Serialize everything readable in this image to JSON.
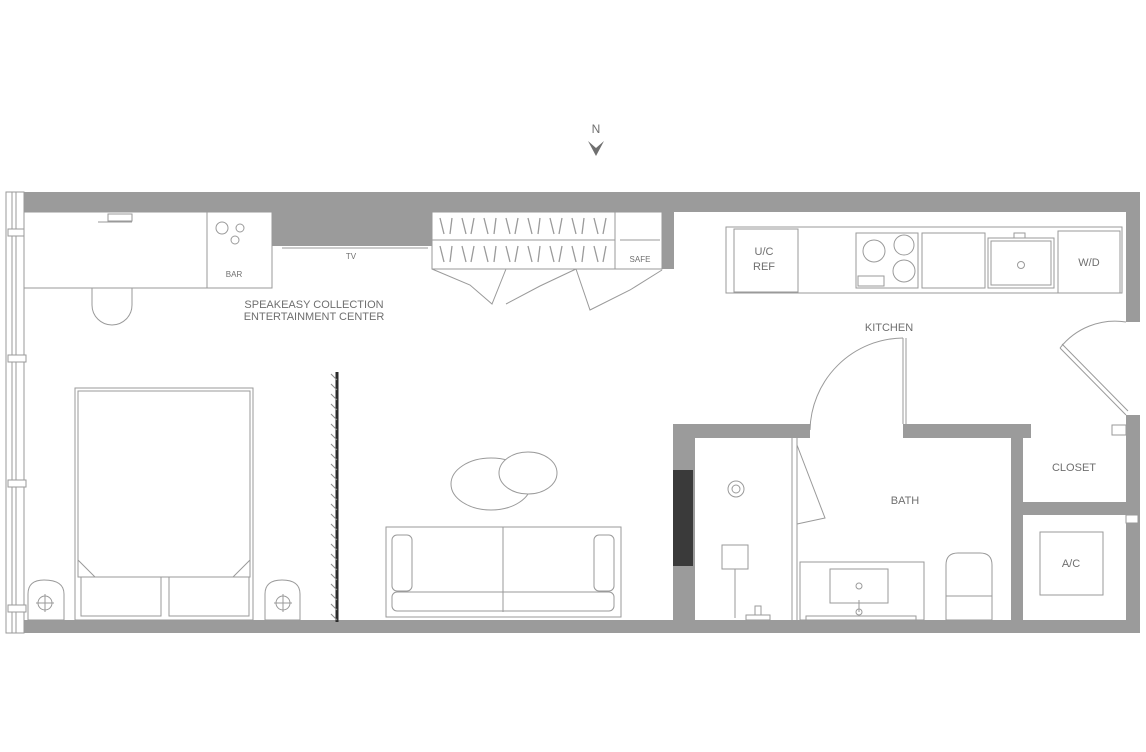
{
  "compass": {
    "label": "N"
  },
  "rooms": {
    "kitchen": "KITCHEN",
    "bath": "BATH",
    "closet": "CLOSET",
    "ac": "A/C"
  },
  "fixtures": {
    "fridge_line1": "U/C",
    "fridge_line2": "REF",
    "washer_dryer": "W/D",
    "bar": "BAR",
    "tv": "TV",
    "safe": "SAFE"
  },
  "entertainment": {
    "line1": "SPEAKEASY COLLECTION",
    "line2": "ENTERTAINMENT CENTER"
  }
}
